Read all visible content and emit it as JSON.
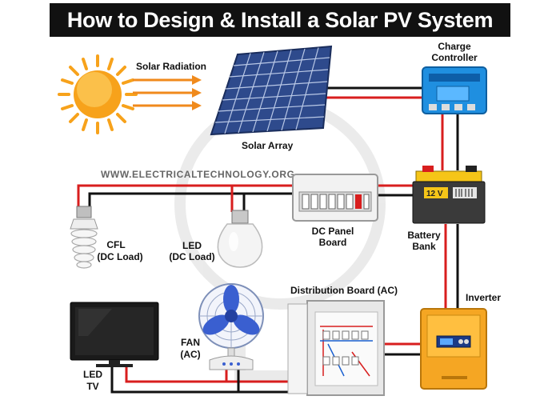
{
  "title": "How to Design & Install a Solar PV System",
  "watermark": "WWW.ELECTRICALTECHNOLOGY.ORG",
  "labels": {
    "solar_radiation": "Solar Radiation",
    "solar_array": "Solar Array",
    "charge_controller_1": "Charge",
    "charge_controller_2": "Controller",
    "battery_bank_1": "Battery",
    "battery_bank_2": "Bank",
    "battery_voltage": "12 V",
    "dc_panel_1": "DC Panel",
    "dc_panel_2": "Board",
    "cfl_1": "CFL",
    "cfl_2": "(DC Load)",
    "led_1": "LED",
    "led_2": "(DC Load)",
    "distribution_board": "Distribution Board (AC)",
    "inverter": "Inverter",
    "fan_1": "FAN",
    "fan_2": "(AC)",
    "tv_1": "LED",
    "tv_2": "TV"
  },
  "colors": {
    "wire_positive": "#d81e1e",
    "wire_negative": "#111111",
    "sun": "#f7a21b",
    "panel": "#2e4a8c",
    "controller": "#1f8fe0",
    "battery": "#3a3a3a",
    "battery_top": "#f5c518",
    "inverter": "#f5a623",
    "fan": "#3a5fd0"
  }
}
